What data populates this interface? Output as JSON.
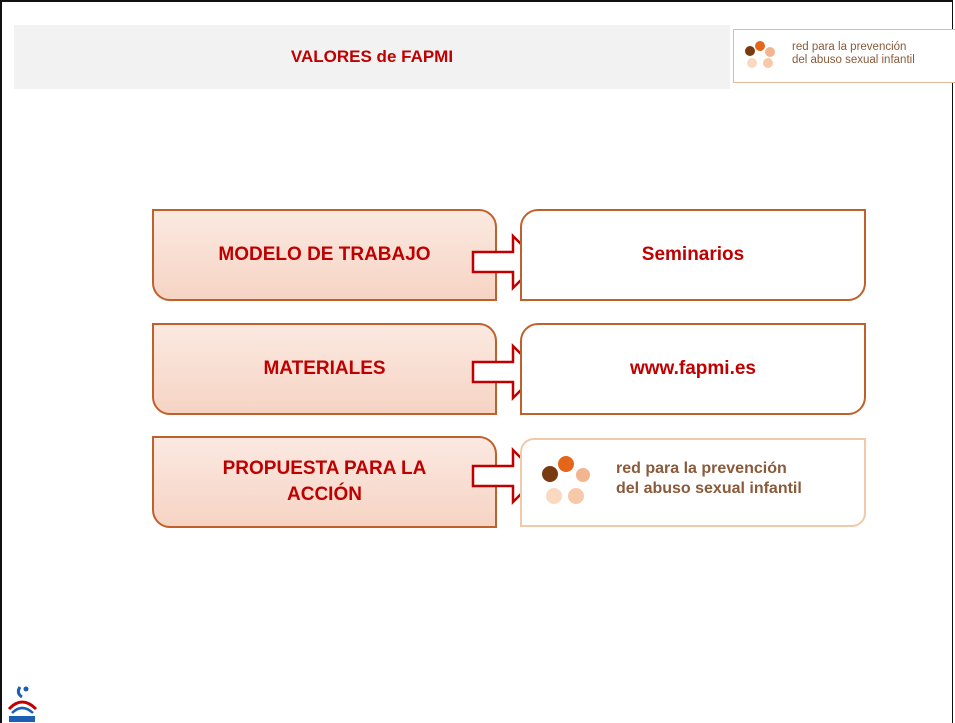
{
  "header": {
    "title": "VALORES de FAPMI"
  },
  "logo": {
    "line1": "red  para la prevención",
    "line2": "del abuso sexual infantil",
    "dot_colors": [
      "#7a3a10",
      "#e5661a",
      "#f3b58f",
      "#fbd8c0",
      "#f8c9a8"
    ]
  },
  "rows": [
    {
      "left": "MODELO DE TRABAJO",
      "right": "Seminarios"
    },
    {
      "left": "MATERIALES",
      "right": "www.fapmi.es"
    },
    {
      "left": "PROPUESTA PARA LA ACCIÓN",
      "right_logo": true
    }
  ],
  "colors": {
    "accent": "#c00000",
    "border": "#c0602a",
    "fill_light": "#fbe9e1",
    "fill_dark": "#f6d4c4"
  },
  "footer": {
    "icon": "fapmi-logo-icon"
  }
}
